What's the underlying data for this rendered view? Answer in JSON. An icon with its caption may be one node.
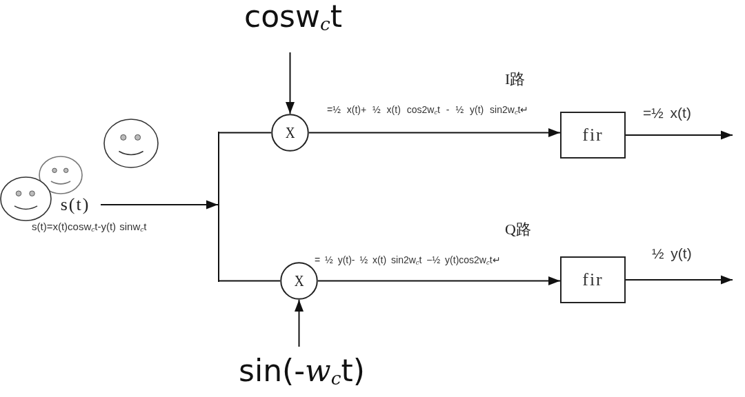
{
  "diagram": {
    "nodes": [
      {
        "text": [
          "cosw$_{c}$t"
        ]
      },
      {
        "text": [
          "X"
        ]
      },
      {
        "text": [
          "fir"
        ]
      },
      {
        "text": [
          "s(t)"
        ],
        "beside": [
          "s(t)=x(t)cosw$_{c}$t-y(t) sinw$_{c}$t"
        ]
      },
      {
        "text": [],
        "shape": "bar"
      },
      {
        "text": [
          "X"
        ]
      },
      {
        "text": [
          "fir"
        ]
      },
      {
        "text": [
          "sin(-*w*$_{c}$t)"
        ]
      }
    ],
    "edges": [
      {
        "from": 3,
        "to": 4,
        "arrow": "to"
      },
      {
        "from": 4,
        "to": 1,
        "arrow": "none"
      },
      {
        "from": 4,
        "to": 5,
        "arrow": "none"
      },
      {
        "from": 0,
        "to": 1,
        "arrow": "to"
      },
      {
        "from": 1,
        "to": 2,
        "arrow": "to",
        "label": "=½ x(t)+ ½ x(t) cos2w$_{c}$t - ½ y(t) sin2w$_{c}$t↵"
      },
      {
        "from": 2,
        "to": null,
        "arrow": "to",
        "label": "=½ x(t)"
      },
      {
        "from": 7,
        "to": 5,
        "arrow": "to"
      },
      {
        "from": 5,
        "to": 6,
        "arrow": "to",
        "label": "= ½ y(t)- ½ x(t) sin2w$_{c}$t −½ y(t)cos2w$_{c}$t↵"
      },
      {
        "from": 6,
        "to": null,
        "arrow": "to",
        "label": "½ y(t)"
      }
    ],
    "labels": [
      "I路",
      "Q路"
    ]
  }
}
